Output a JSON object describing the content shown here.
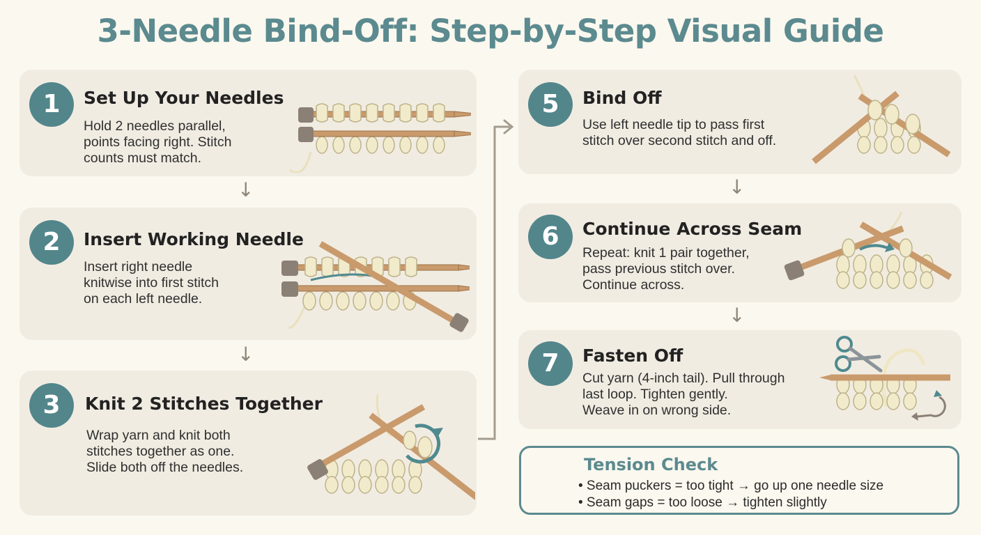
{
  "title": "3-Needle Bind-Off: Step-by-Step Visual Guide",
  "steps": [
    {
      "number": "1",
      "title": "Set Up Your Needles",
      "desc": [
        "Hold 2 needles parallel,",
        "points facing right. Stitch",
        "counts must match."
      ]
    },
    {
      "number": "2",
      "title": "Insert Working Needle",
      "desc": [
        "Insert right needle",
        "knitwise into first stitch",
        "on each left needle."
      ]
    },
    {
      "number": "3",
      "title": "Knit 2 Stitches Together",
      "desc": [
        "Wrap yarn and knit both",
        "stitches together as one.",
        "Slide both off the needles."
      ]
    },
    {
      "number": "5",
      "title": "Bind Off",
      "desc": [
        "Use left needle tip to pass first",
        "stitch over second stitch and off."
      ]
    },
    {
      "number": "6",
      "title": "Continue Across Seam",
      "desc": [
        "Repeat: knit 1 pair together,",
        "pass previous stitch over.",
        "Continue across."
      ]
    },
    {
      "number": "7",
      "title": "Fasten Off",
      "desc": [
        "Cut yarn (4-inch tail). Pull through",
        "last loop. Tighten gently.",
        "Weave in on wrong side."
      ]
    }
  ],
  "tension": {
    "title": "Tension Check",
    "items": [
      "• Seam puckers = too tight → go up one needle size",
      "• Seam gaps = too loose → tighten slightly"
    ]
  },
  "colors": {
    "accent": "#52868b",
    "card": "#f1ece2",
    "needle": "#c99a6c",
    "yarn": "#efe7c4"
  },
  "icons": [
    "needles-parallel-icon",
    "needle-insert-icon",
    "knit-together-icon",
    "bind-off-icon",
    "continue-seam-icon",
    "scissors-icon",
    "down-arrow-icon",
    "connector-arrow-icon"
  ]
}
